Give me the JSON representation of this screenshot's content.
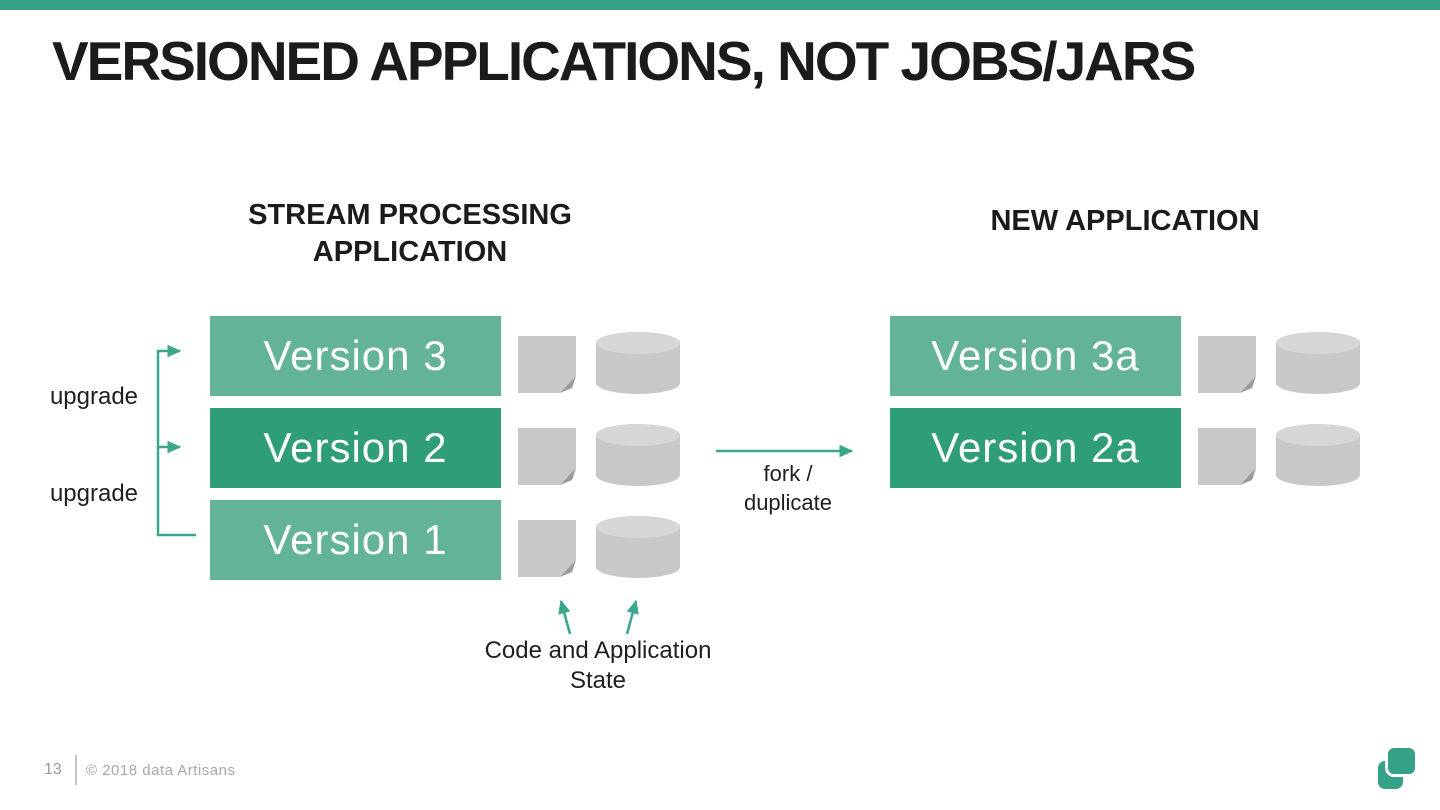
{
  "slide": {
    "title": "VERSIONED APPLICATIONS, NOT JOBS/JARS",
    "left_group": {
      "heading_line1": "STREAM PROCESSING",
      "heading_line2": "APPLICATION",
      "versions": [
        {
          "label": "Version 3",
          "shade": "light"
        },
        {
          "label": "Version 2",
          "shade": "dark"
        },
        {
          "label": "Version 1",
          "shade": "light"
        }
      ],
      "upgrade_labels": [
        "upgrade",
        "upgrade"
      ]
    },
    "right_group": {
      "heading": "NEW APPLICATION",
      "versions": [
        {
          "label": "Version 3a",
          "shade": "light"
        },
        {
          "label": "Version 2a",
          "shade": "dark"
        }
      ]
    },
    "fork_label_line1": "fork /",
    "fork_label_line2": "duplicate",
    "caption_line1": "Code and Application",
    "caption_line2": "State",
    "footer": {
      "page_number": "13",
      "copyright": "© 2018 data Artisans"
    },
    "colors": {
      "accent_teal": "#35a287",
      "arrow_teal": "#3aa78c",
      "light_green": "#63b497",
      "dark_green": "#2f9e78",
      "icon_gray": "#c8c8c8",
      "icon_gray_top": "#d6d6d6",
      "footer_gray": "#a8a8a8"
    },
    "icons": {
      "document": "document-icon",
      "database": "database-cylinder-icon",
      "logo": "data-artisans-logo"
    }
  }
}
